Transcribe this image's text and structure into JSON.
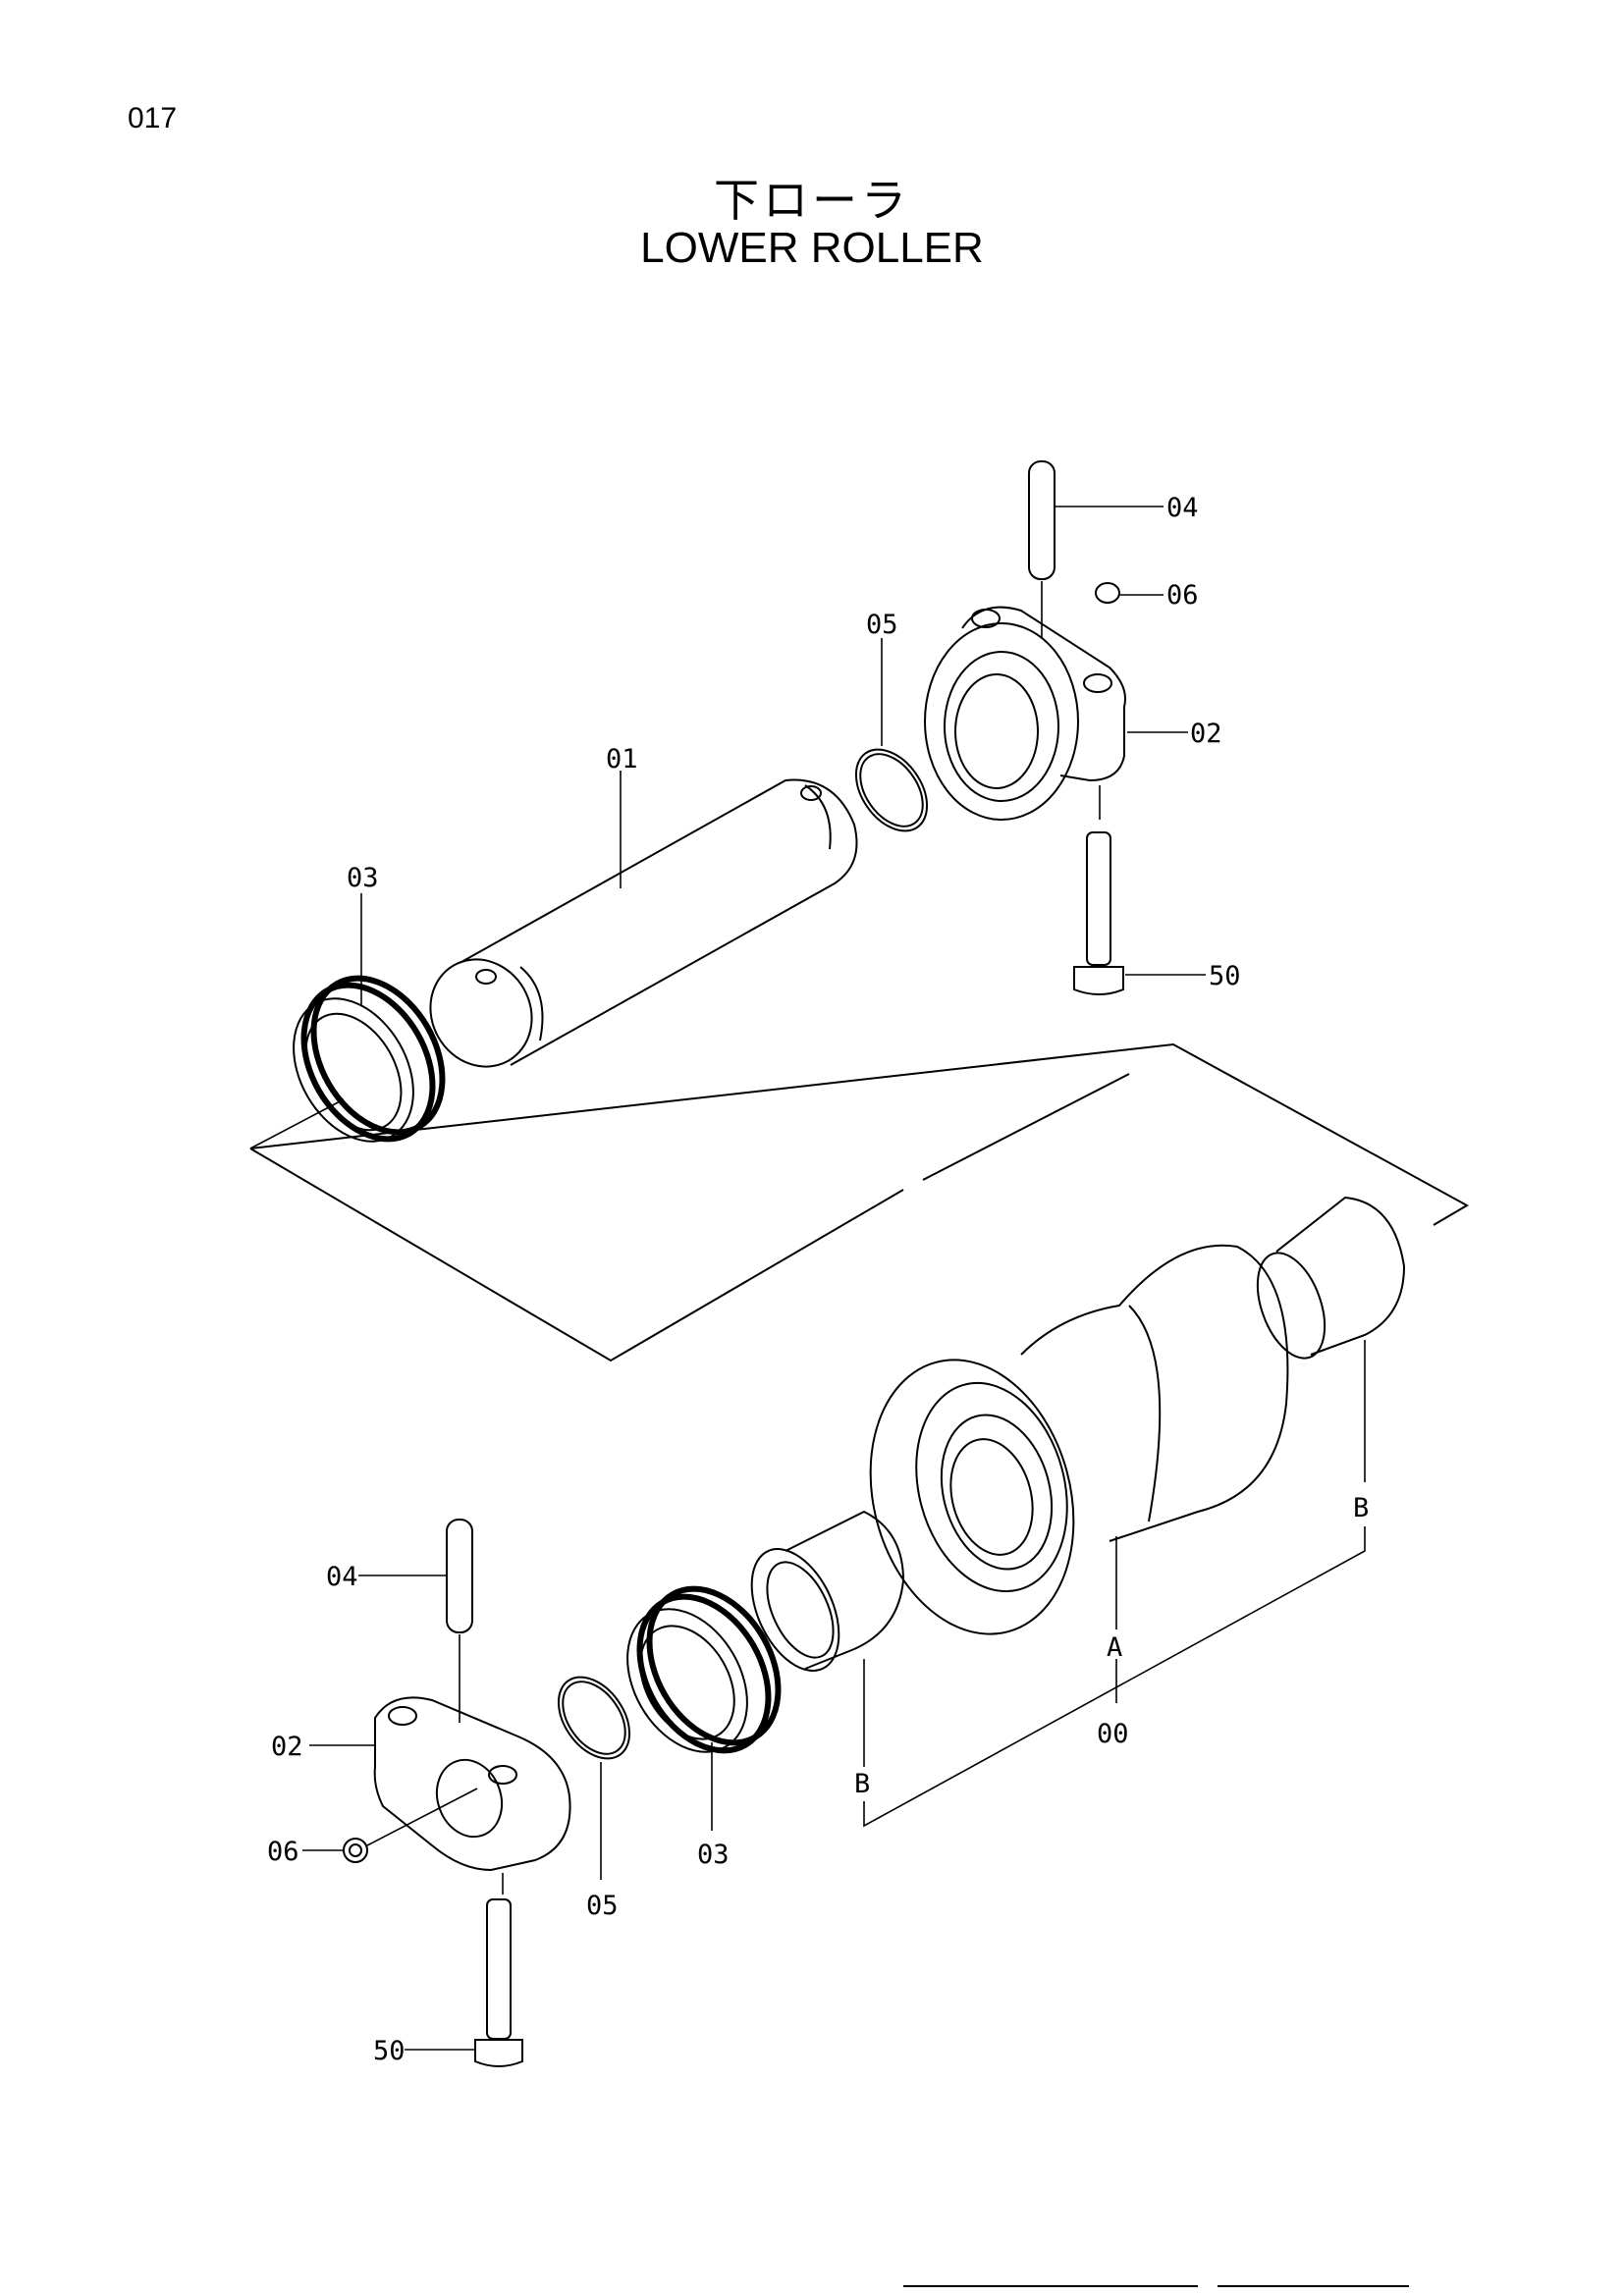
{
  "page": {
    "number": "017"
  },
  "title": {
    "japanese": "下ローラ",
    "english": "LOWER ROLLER"
  },
  "callouts": {
    "upper_04": "04",
    "upper_06": "06",
    "upper_05": "05",
    "upper_02": "02",
    "upper_01": "01",
    "upper_03": "03",
    "upper_50": "50",
    "lower_04": "04",
    "lower_02": "02",
    "lower_06": "06",
    "lower_05": "05",
    "lower_03": "03",
    "lower_50": "50",
    "lower_00": "00",
    "ref_a": "A",
    "ref_b_left": "B",
    "ref_b_right": "B"
  }
}
